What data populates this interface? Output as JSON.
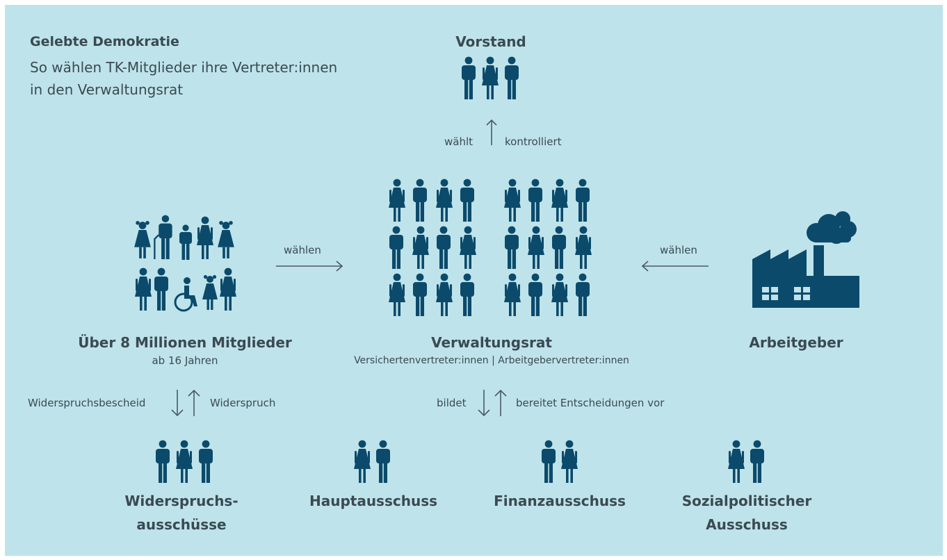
{
  "header": {
    "title": "Gelebte Demokratie",
    "subtitle_line1": "So wählen TK-Mitglieder ihre Vertreter:innen",
    "subtitle_line2": "in den Verwaltungsrat"
  },
  "vorstand": {
    "label": "Vorstand",
    "arrow_left": "wählt",
    "arrow_right": "kontrolliert"
  },
  "mitglieder": {
    "label": "Über 8 Millionen Mitglieder",
    "sublabel": "ab 16 Jahren",
    "arrow_label": "wählen"
  },
  "verwaltungsrat": {
    "label": "Verwaltungsrat",
    "sublabel": "Versichertenvertreter:innen | Arbeitgebervertreter:innen"
  },
  "arbeitgeber": {
    "label": "Arbeitgeber",
    "arrow_label": "wählen"
  },
  "links_left": {
    "down_label": "Widerspruchsbescheid",
    "up_label": "Widerspruch"
  },
  "links_center": {
    "down_label": "bildet",
    "up_label": "bereitet Entscheidungen vor"
  },
  "committees": {
    "widerspruch_line1": "Widerspruchs-",
    "widerspruch_line2": "ausschüsse",
    "haupt": "Hauptausschuss",
    "finanz": "Finanzausschuss",
    "sozial_line1": "Sozialpolitischer",
    "sozial_line2": "Ausschuss"
  },
  "colors": {
    "background": "#bfe3ea",
    "icon": "#0b4a6b",
    "text": "#3a4a52",
    "arrow": "#4a5a62"
  }
}
